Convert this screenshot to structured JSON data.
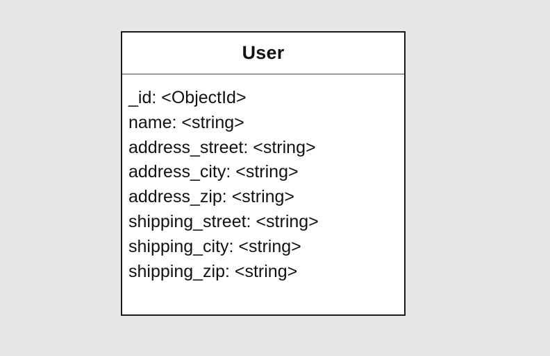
{
  "diagram": {
    "class_name": "User",
    "attributes": [
      "_id: <ObjectId>",
      "name: <string>",
      "address_street: <string>",
      "address_city: <string>",
      "address_zip: <string>",
      "shipping_street: <string>",
      "shipping_city: <string>",
      "shipping_zip: <string>"
    ]
  },
  "colors": {
    "background": "#e7e7e7",
    "box_fill": "#ffffff",
    "box_border": "#1a1a1a",
    "header_divider": "#9a9a9a",
    "text": "#111111"
  }
}
